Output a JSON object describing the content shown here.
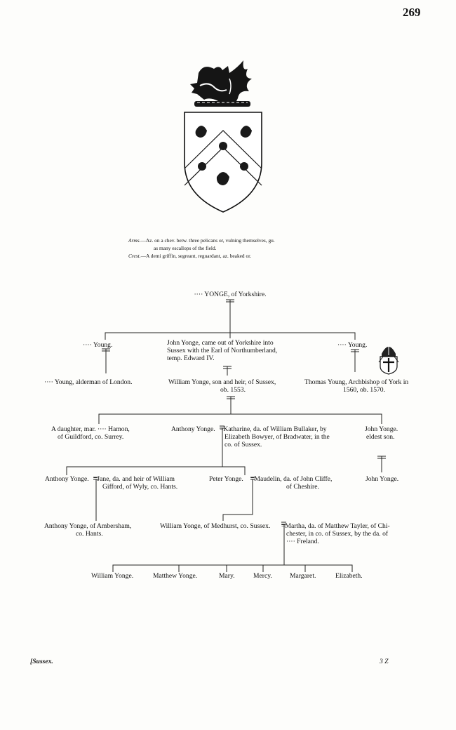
{
  "page_number": "269",
  "arms": {
    "line1_label": "Arms.",
    "line1_text": "—Az. on a chev. betw. three pelicans or, vulning themselves, gu.",
    "line2_text": "as many escallops of the field.",
    "crest_label": "Crest.",
    "crest_text": "—A demi griffin, segreant, reguardant, az. beaked or."
  },
  "pedigree": {
    "root": "···· YONGE, of Yorkshire.",
    "gen1": {
      "left": "···· Young.",
      "center": [
        "John Yonge, came out of Yorkshire into",
        "Sussex with the Earl of Northumberland,",
        "temp. Edward IV."
      ],
      "right": "···· Young."
    },
    "gen2": {
      "left": "···· Young, alderman of London.",
      "center": [
        "William Yonge, son and heir, of Sussex,",
        "ob. 1553."
      ],
      "right": [
        "Thomas Young, Archbishop of York in",
        "1560, ob. 1570."
      ]
    },
    "gen3": {
      "daughter": [
        "A daughter, mar. ···· Hamon,",
        "of Guildford, co. Surrey."
      ],
      "anthony": "Anthony Yonge.",
      "katharine": [
        "=Katharine, da. of William Bullaker, by",
        "Elizabeth Bowyer, of Bradwater, in the",
        "co. of Sussex."
      ],
      "john": [
        "John Yonge.",
        "eldest son."
      ]
    },
    "gen4": {
      "anthony": "Anthony Yonge.",
      "jane": [
        "=Jane, da. and heir of William",
        "Gifford, of Wyly, co. Hants."
      ],
      "peter": "Peter Yonge.",
      "maudelin": [
        "=Maudelin, da. of John Cliffe,",
        "of Cheshire."
      ],
      "john": "John Yonge."
    },
    "gen5": {
      "anthony": [
        "Anthony Yonge, of Ambersham,",
        "co. Hants."
      ],
      "william": "William Yonge, of Medhurst, co. Sussex.",
      "martha": [
        "=Martha, da. of Matthew Tayler, of Chi-",
        "chester, in co. of Sussex, by the da. of",
        "···· Freland."
      ]
    },
    "gen6": [
      "William Yonge.",
      "Matthew Yonge.",
      "Mary.",
      "Mercy.",
      "Margaret.",
      "Elizabeth."
    ]
  },
  "footer": {
    "left": "[Sussex.",
    "right": "3 Z"
  }
}
